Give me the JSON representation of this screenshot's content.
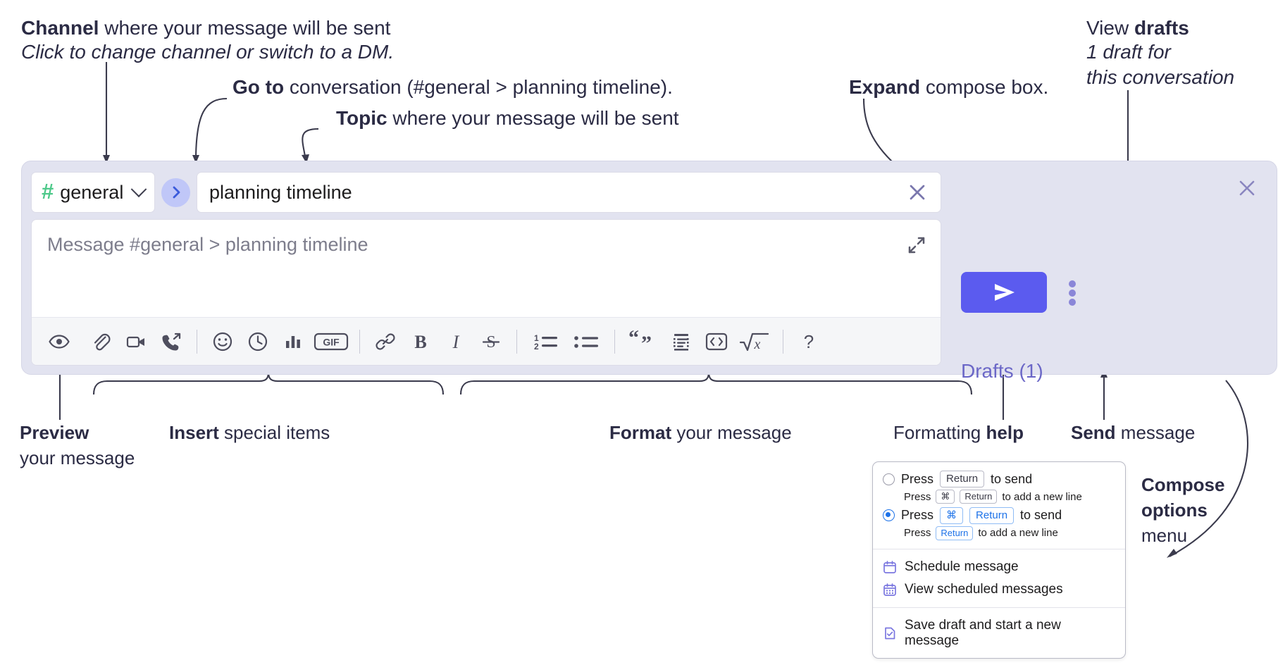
{
  "annotations": {
    "channel": {
      "bold": "Channel",
      "rest": " where your message will be sent",
      "italic": "Click to change channel or switch to a DM."
    },
    "goto": {
      "bold": "Go to",
      "rest": " conversation (#general > planning timeline)."
    },
    "topic": {
      "bold": "Topic",
      "rest": " where your message will be sent"
    },
    "expand": {
      "bold": "Expand",
      "rest": " compose box."
    },
    "drafts": {
      "plain": "View ",
      "bold": "drafts",
      "italic1": "1 draft for",
      "italic2": "this conversation"
    },
    "preview": {
      "bold": "Preview",
      "rest": "your message"
    },
    "insert": {
      "bold": "Insert",
      "rest": " special items"
    },
    "format": {
      "bold": "Format",
      "rest": " your message"
    },
    "help": {
      "plain": "Formatting ",
      "bold": "help"
    },
    "send": {
      "bold": "Send",
      "rest": " message"
    },
    "compose_options": {
      "bold1": "Compose",
      "bold2": "options",
      "rest": "menu"
    }
  },
  "compose": {
    "channel_name": "general",
    "channel_hash": "#",
    "topic_value": "planning timeline",
    "message_placeholder": "Message #general > planning timeline",
    "drafts_label": "Drafts (1)",
    "icons": {
      "go_to": "chevron-right-icon",
      "channel_dropdown": "chevron-down-icon",
      "topic_clear": "close-icon",
      "expand": "expand-diagonal-icon",
      "close_panel": "close-icon",
      "send": "paper-plane-icon",
      "kebab": "more-vertical-icon"
    },
    "toolbar": [
      {
        "name": "preview-message-button",
        "icon": "eye-icon",
        "group": "preview"
      },
      {
        "name": "attach-file-button",
        "icon": "paperclip-icon",
        "group": "insert"
      },
      {
        "name": "record-video-clip-button",
        "icon": "video-camera-icon",
        "group": "insert"
      },
      {
        "name": "record-audio-clip-button",
        "icon": "phone-arrow-icon",
        "group": "insert"
      },
      {
        "name": "emoji-button",
        "icon": "smiley-icon",
        "group": "insert"
      },
      {
        "name": "schedule-button",
        "icon": "clock-icon",
        "group": "insert"
      },
      {
        "name": "poll-button",
        "icon": "bar-chart-icon",
        "group": "insert"
      },
      {
        "name": "gif-button",
        "icon": "gif-icon",
        "group": "insert",
        "label": "GIF"
      },
      {
        "name": "link-button",
        "icon": "link-icon",
        "group": "format"
      },
      {
        "name": "bold-button",
        "icon": "bold-icon",
        "group": "format",
        "label": "B"
      },
      {
        "name": "italic-button",
        "icon": "italic-icon",
        "group": "format",
        "label": "I"
      },
      {
        "name": "strikethrough-button",
        "icon": "strikethrough-icon",
        "group": "format",
        "label": "S"
      },
      {
        "name": "ordered-list-button",
        "icon": "ordered-list-icon",
        "group": "format"
      },
      {
        "name": "bulleted-list-button",
        "icon": "bulleted-list-icon",
        "group": "format"
      },
      {
        "name": "blockquote-button",
        "icon": "quote-icon",
        "group": "format"
      },
      {
        "name": "code-block-button",
        "icon": "code-block-icon",
        "group": "format"
      },
      {
        "name": "inline-code-button",
        "icon": "code-brackets-icon",
        "group": "format"
      },
      {
        "name": "math-button",
        "icon": "square-root-icon",
        "group": "format"
      },
      {
        "name": "formatting-help-button",
        "icon": "question-mark-icon",
        "group": "help",
        "label": "?"
      }
    ]
  },
  "options_menu": {
    "radio_option_1": {
      "selected": false,
      "pre": "Press",
      "key": "Return",
      "post": "to send",
      "sub_pre": "Press",
      "sub_key1": "⌘",
      "sub_key2": "Return",
      "sub_post": "to add a new line"
    },
    "radio_option_2": {
      "selected": true,
      "pre": "Press",
      "key1": "⌘",
      "key2": "Return",
      "post": "to send",
      "sub_pre": "Press",
      "sub_key": "Return",
      "sub_post": "to add a new line"
    },
    "items": [
      {
        "label": "Schedule message",
        "icon": "calendar-icon"
      },
      {
        "label": "View scheduled messages",
        "icon": "calendar-grid-icon"
      },
      {
        "label": "Save draft and start a new message",
        "icon": "document-check-icon"
      }
    ]
  },
  "colors": {
    "panel_bg": "#e2e3f0",
    "send_button": "#5b5bef",
    "go_button": "#c0c7f8",
    "hash_green": "#4ec98a",
    "drafts_purple": "#6b67c7",
    "radio_blue": "#1d72e8",
    "menu_icon_purple": "#7b77e0"
  }
}
